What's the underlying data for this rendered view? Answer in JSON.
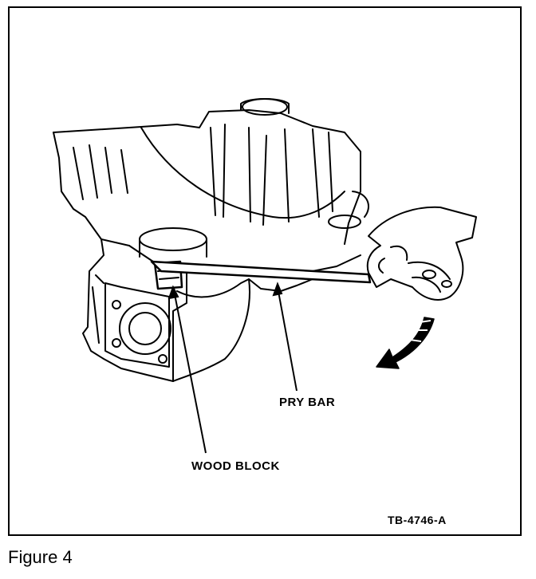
{
  "figure": {
    "caption": "Figure 4",
    "reference_code": "TB-4746-A"
  },
  "callouts": {
    "pry_bar": "PRY BAR",
    "wood_block": "WOOD BLOCK"
  },
  "icons": {
    "arrow": "curved-arrow-down-left-icon"
  }
}
